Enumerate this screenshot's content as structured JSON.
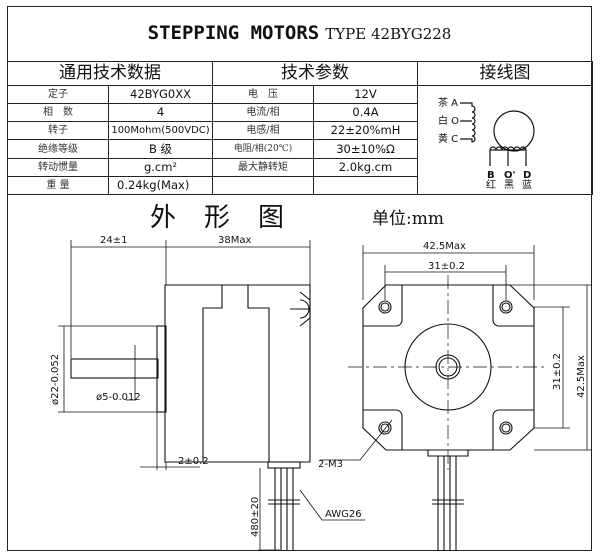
{
  "header": {
    "title_main": "STEPPING MOTORS",
    "title_type": "TYPE 42BYG228"
  },
  "table": {
    "headers": [
      "通用技术数据",
      "技术参数",
      "接线图"
    ],
    "general": [
      {
        "label": "定子",
        "value": "42BYG0XX"
      },
      {
        "label": "相　数",
        "value": "4"
      },
      {
        "label": "转子",
        "value": "100Mohm(500VDC)"
      },
      {
        "label": "绝缘等级",
        "value": "B 级"
      },
      {
        "label": "转动惯量",
        "value": "g.cm²"
      },
      {
        "label": "重 量",
        "value": "0.24kg(Max)"
      }
    ],
    "technical": [
      {
        "label": "电　压",
        "value": "12V"
      },
      {
        "label": "电流/相",
        "value": "0.4A"
      },
      {
        "label": "电感/相",
        "value": "22±20%mH"
      },
      {
        "label": "电阻/相(20℃)",
        "value": "30±10%Ω"
      },
      {
        "label": "最大静转矩",
        "value": "2.0kg.cm"
      },
      {
        "label": "",
        "value": ""
      }
    ]
  },
  "wiring": {
    "left_labels": [
      "茶 A",
      "白 O",
      "黄 C"
    ],
    "bottom_labels": [
      "B",
      "O'",
      "D"
    ],
    "bottom_colors": [
      "红",
      "黑",
      "蓝"
    ]
  },
  "drawing": {
    "title": "外形图",
    "unit": "单位:mm",
    "dims": {
      "shaft_len": "24±1",
      "body_len": "38Max",
      "boss_dia": "ø22-0.052",
      "shaft_dia": "ø5-0.012",
      "flange": "2±0.2",
      "lead_len": "480±20",
      "wire": "AWG26",
      "width": "42.5Max",
      "hole_pitch": "31±0.2",
      "holes": "2-M3",
      "height_pitch": "31±0.2",
      "height": "42.5Max"
    }
  }
}
